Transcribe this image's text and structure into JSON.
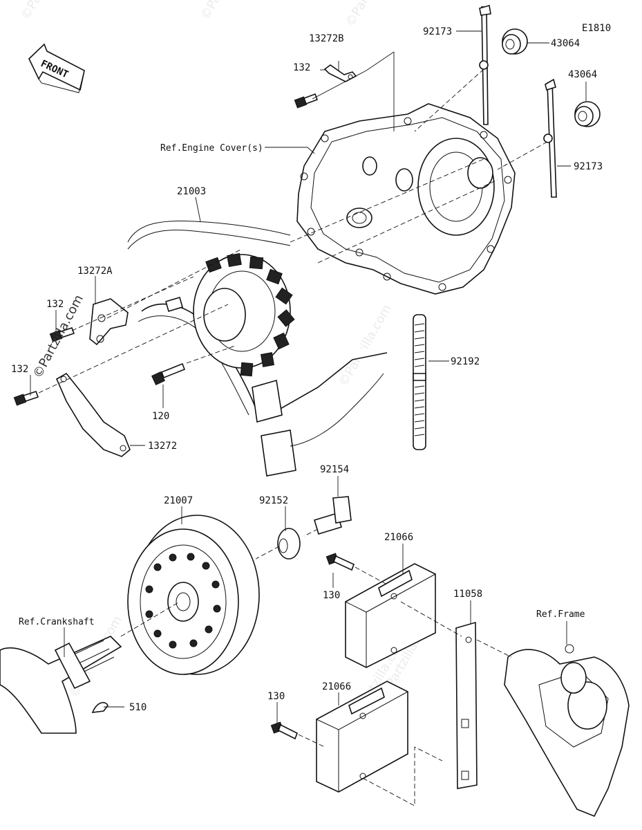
{
  "diagram_code": "E1810",
  "front_arrow_label": "FRONT",
  "watermark": "©Partzilla.com",
  "labels": {
    "p13272B": "13272B",
    "p92173_top": "92173",
    "p43064_top": "43064",
    "p43064_right": "43064",
    "p92173_right": "92173",
    "p132_top": "132",
    "ref_engine_cover": "Ref.Engine Cover(s)",
    "p21003": "21003",
    "p13272A": "13272A",
    "p132_mid": "132",
    "p132_left": "132",
    "p92192": "92192",
    "p120": "120",
    "p13272": "13272",
    "p92154": "92154",
    "p21007": "21007",
    "p92152": "92152",
    "p21066_top": "21066",
    "p130_top": "130",
    "p11058": "11058",
    "ref_frame": "Ref.Frame",
    "ref_crankshaft": "Ref.Crankshaft",
    "p510": "510",
    "p130_bottom": "130",
    "p21066_bottom": "21066"
  }
}
